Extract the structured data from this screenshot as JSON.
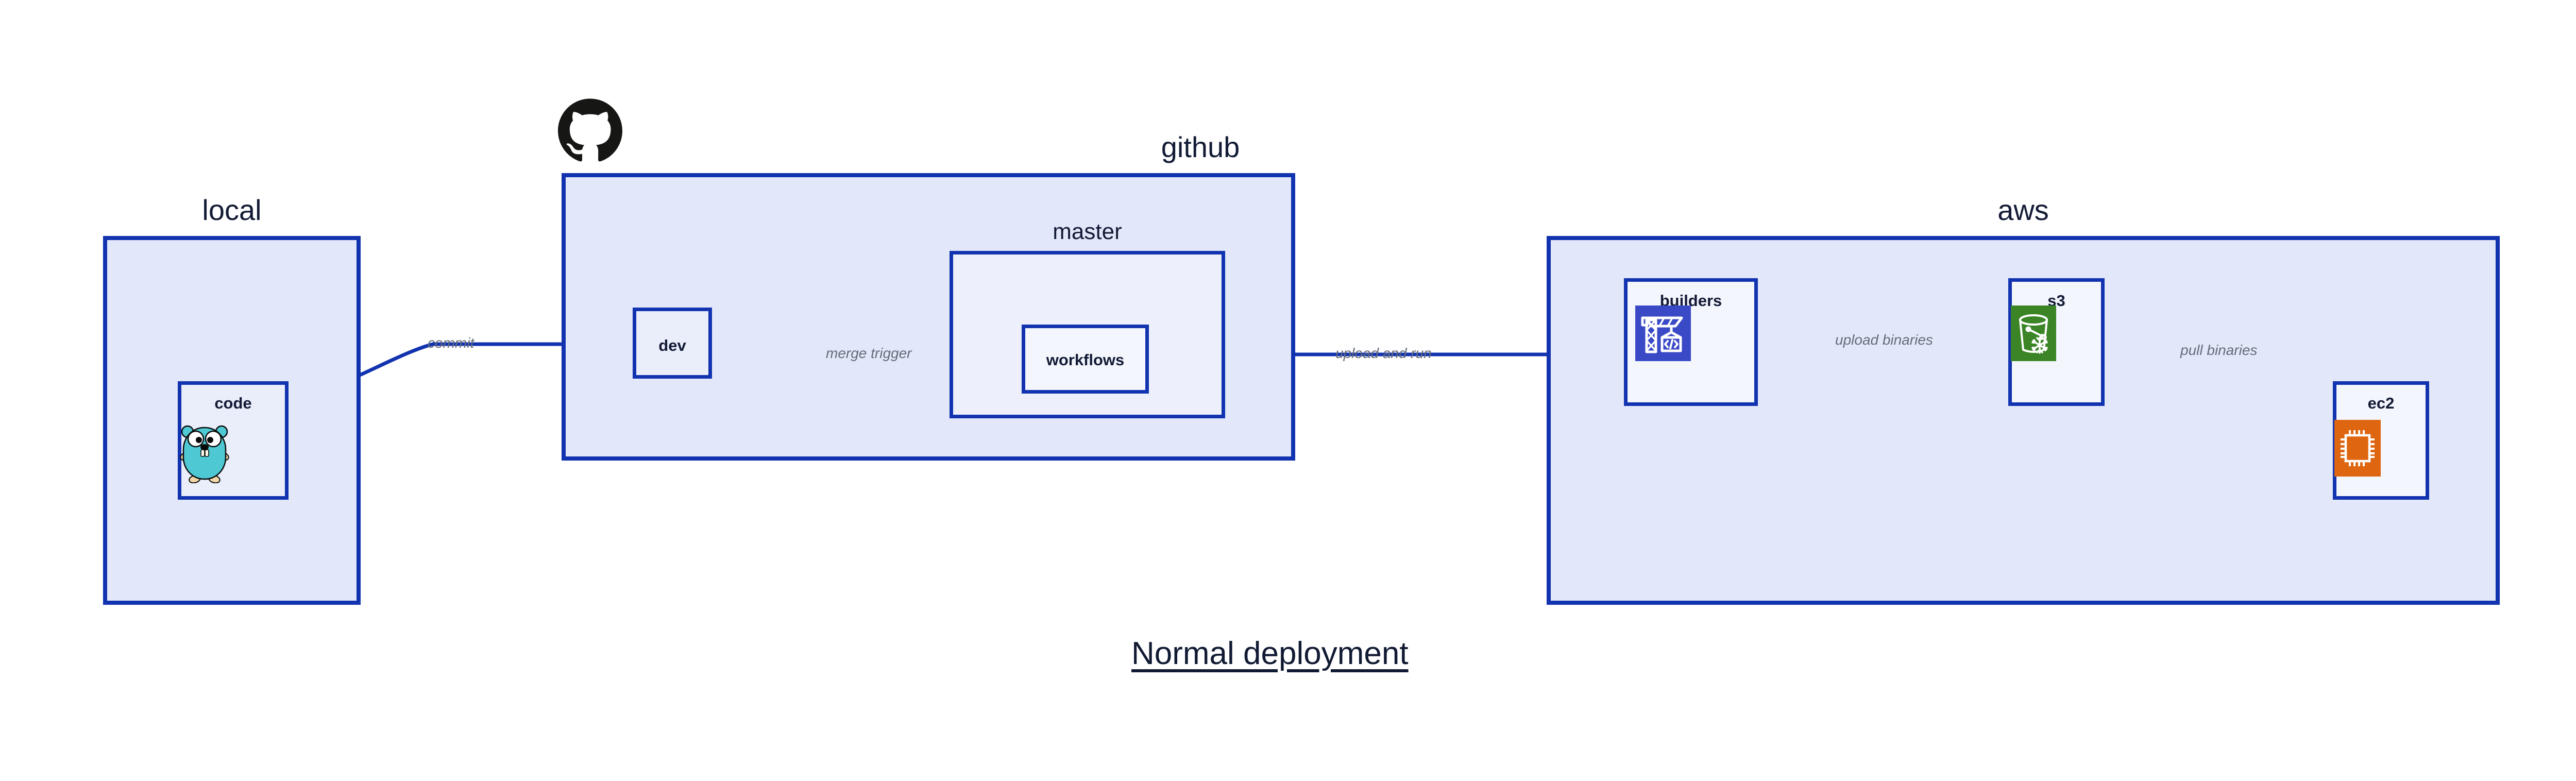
{
  "diagram": {
    "title": "Normal deployment",
    "colors": {
      "border_blue": "#1233b0",
      "group_fill": "#e2e7fa",
      "node_fill": "#eaeefb",
      "node_fill_light": "#f4f6fd",
      "label_dark": "#121a35",
      "edge_label_gray": "#666c78",
      "builders_icon_bg": "#3a49c6",
      "s3_icon_bg": "#3b8527",
      "ec2_icon_bg": "#df6611",
      "gopher_body": "#4ec9d4",
      "octocat_black": "#161614",
      "page_bg": "#ffffff"
    }
  },
  "groups": [
    {
      "id": "local",
      "label": "local"
    },
    {
      "id": "github",
      "label": "github"
    },
    {
      "id": "aws",
      "label": "aws"
    }
  ],
  "nodes": [
    {
      "id": "code",
      "label": "code",
      "icon": "go-gopher-icon",
      "group": "local"
    },
    {
      "id": "dev",
      "label": "dev",
      "icon": null,
      "group": "github"
    },
    {
      "id": "master",
      "label": "master",
      "icon": null,
      "group": "github"
    },
    {
      "id": "workflows",
      "label": "workflows",
      "icon": null,
      "group": "master"
    },
    {
      "id": "builders",
      "label": "builders",
      "icon": "aws-codebuild-icon",
      "group": "aws"
    },
    {
      "id": "s3",
      "label": "s3",
      "icon": "aws-s3-icon",
      "group": "aws"
    },
    {
      "id": "ec2",
      "label": "ec2",
      "icon": "aws-ec2-icon",
      "group": "aws"
    }
  ],
  "edges": [
    {
      "id": "commit",
      "from": "code",
      "to": "dev",
      "label": "commit"
    },
    {
      "id": "merge-trigger",
      "from": "dev",
      "to": "workflows",
      "label": "merge trigger"
    },
    {
      "id": "upload-and-run",
      "from": "workflows",
      "to": "builders",
      "label": "upload and run"
    },
    {
      "id": "upload-binaries",
      "from": "builders",
      "to": "s3",
      "label": "upload binaries"
    },
    {
      "id": "pull-binaries",
      "from": "s3",
      "to": "ec2",
      "label": "pull binaries"
    }
  ],
  "branding": {
    "github_mark": "github-octocat-icon"
  }
}
